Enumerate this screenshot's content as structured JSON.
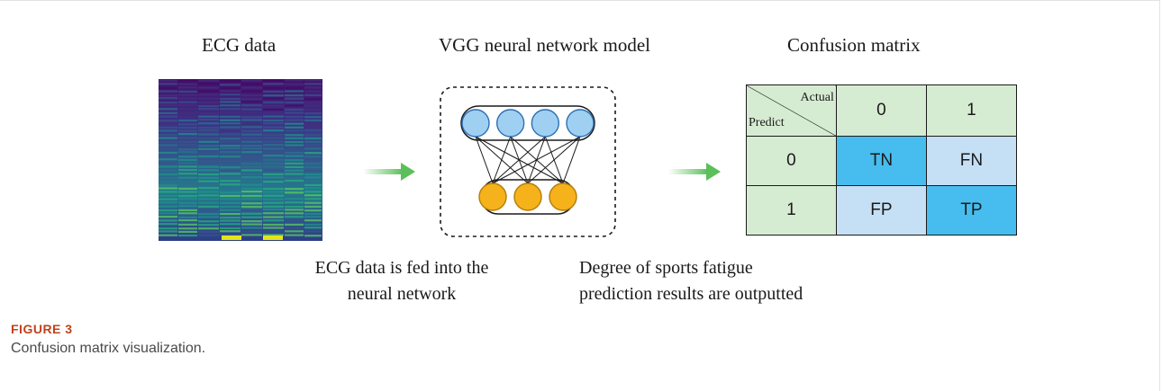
{
  "figure": {
    "label": "FIGURE 3",
    "caption": "Confusion matrix visualization."
  },
  "panels": {
    "ecg": {
      "title": "ECG data",
      "caption_line1": "ECG data is fed into the",
      "caption_line2": "neural network"
    },
    "vgg": {
      "title": "VGG neural network model",
      "caption_line1": "Degree of sports fatigue",
      "caption_line2": "prediction results are outputted",
      "top_layer_nodes": 4,
      "bottom_layer_nodes": 3,
      "colors": {
        "top_node": "#9fd0f2",
        "bottom_node": "#f5b21b"
      }
    },
    "matrix": {
      "title": "Confusion matrix",
      "header_actual": "Actual",
      "header_predict": "Predict",
      "col_labels": [
        "0",
        "1"
      ],
      "row_labels": [
        "0",
        "1"
      ],
      "cells": [
        [
          "TN",
          "FN"
        ],
        [
          "FP",
          "TP"
        ]
      ],
      "colors": {
        "label_cell": "#d6ecd2",
        "diagonal": "#46bdee",
        "off_diagonal": "#c5e0f5"
      }
    }
  },
  "colors": {
    "arrow": "#5bbf5a",
    "figure_label": "#c0421c"
  }
}
